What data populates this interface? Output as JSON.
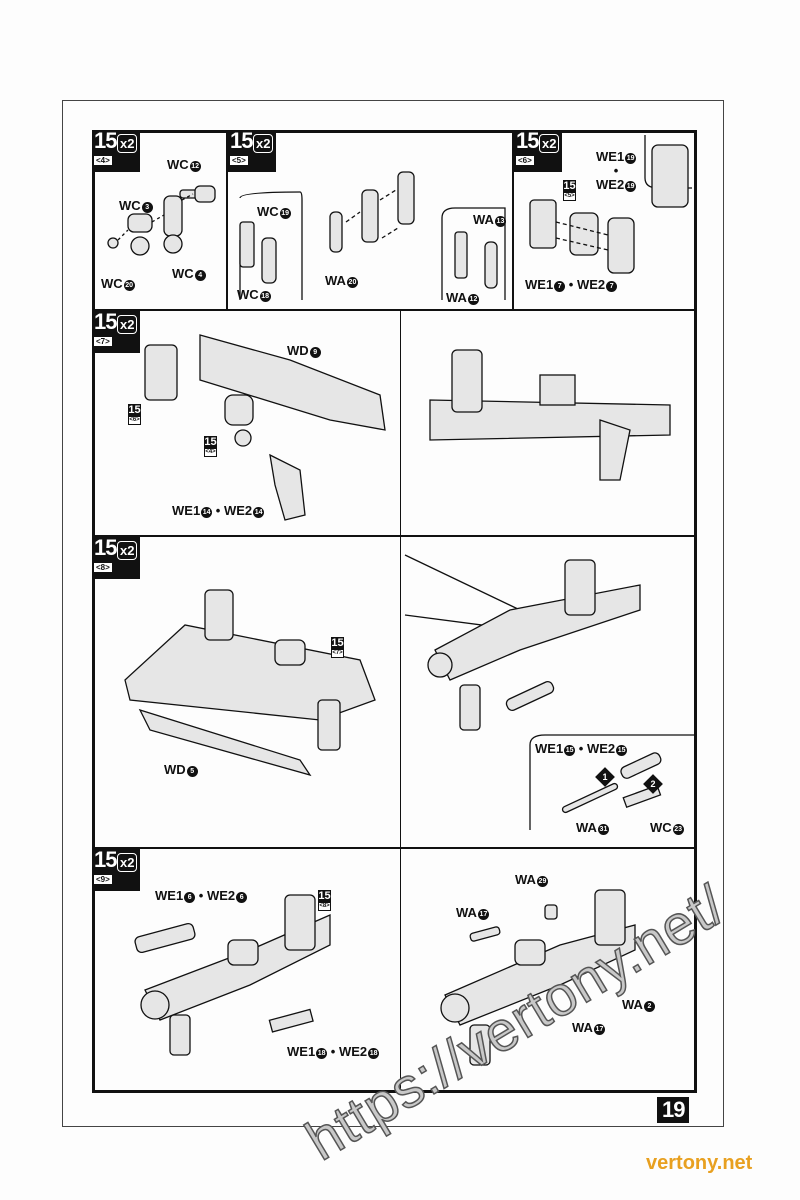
{
  "page_number": "19",
  "watermark": "https://vertony.net/",
  "site_mark": "vertony.net",
  "steps": [
    {
      "num": "15",
      "qty": "x2",
      "sub": "<4>",
      "labels": [
        {
          "t": "WC",
          "n": "12"
        },
        {
          "t": "WC",
          "n": "3"
        },
        {
          "t": "WC",
          "n": "4"
        },
        {
          "t": "WC",
          "n": "20"
        }
      ]
    },
    {
      "num": "15",
      "qty": "x2",
      "sub": "<5>",
      "labels": [
        {
          "t": "WC",
          "n": "19"
        },
        {
          "t": "WC",
          "n": "18"
        },
        {
          "t": "WA",
          "n": "20"
        },
        {
          "t": "WA",
          "n": "13"
        },
        {
          "t": "WA",
          "n": "12"
        }
      ]
    },
    {
      "num": "15",
      "qty": "x2",
      "sub": "<6>",
      "refs": [
        {
          "n": "15",
          "s": "<5>"
        }
      ],
      "labels": [
        {
          "a": "WE1",
          "an": "19",
          "sep": "•",
          "b": "WE2",
          "bn": "19"
        },
        {
          "a": "WE1",
          "an": "7",
          "sep": "•",
          "b": "WE2",
          "bn": "7"
        }
      ]
    },
    {
      "num": "15",
      "qty": "x2",
      "sub": "<7>",
      "refs": [
        {
          "n": "15",
          "s": "<6>"
        },
        {
          "n": "15",
          "s": "<4>"
        }
      ],
      "labels": [
        {
          "t": "WD",
          "n": "9"
        },
        {
          "a": "WE1",
          "an": "14",
          "sep": "•",
          "b": "WE2",
          "bn": "14"
        }
      ]
    },
    {
      "num": "15",
      "qty": "x2",
      "sub": "<8>",
      "refs": [
        {
          "n": "15",
          "s": "<7>"
        }
      ],
      "labels": [
        {
          "t": "WD",
          "n": "5"
        },
        {
          "a": "WE1",
          "an": "15",
          "sep": "•",
          "b": "WE2",
          "bn": "15"
        },
        {
          "t": "WA",
          "n": "31"
        },
        {
          "t": "WC",
          "n": "23"
        }
      ],
      "substeps": [
        "1",
        "2"
      ]
    },
    {
      "num": "15",
      "qty": "x2",
      "sub": "<9>",
      "refs": [
        {
          "n": "15",
          "s": "<8>"
        }
      ],
      "labels": [
        {
          "a": "WE1",
          "an": "6",
          "sep": "•",
          "b": "WE2",
          "bn": "6"
        },
        {
          "a": "WE1",
          "an": "18",
          "sep": "•",
          "b": "WE2",
          "bn": "18"
        },
        {
          "t": "WA",
          "n": "29"
        },
        {
          "t": "WA",
          "n": "17"
        },
        {
          "t": "WA",
          "n": "2"
        },
        {
          "t": "WA",
          "n": "17"
        }
      ]
    }
  ]
}
